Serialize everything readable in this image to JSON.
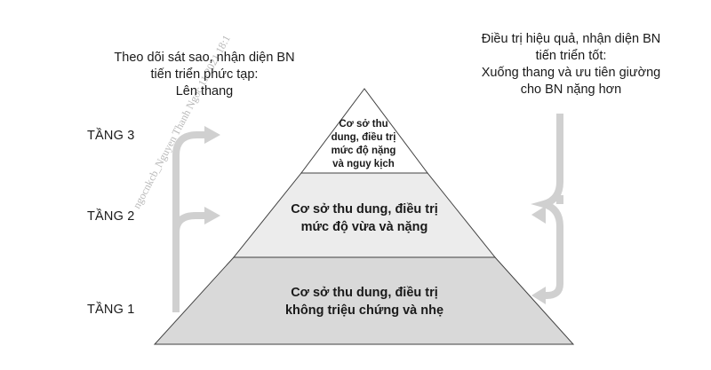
{
  "left_note": {
    "line1": "Theo dõi sát sao, nhận diện BN",
    "line2": "tiến triển phức tạp:",
    "line3": "Lên thang"
  },
  "right_note": {
    "line1": "Điều trị hiệu quả, nhận diện BN",
    "line2": "tiến triển tốt:",
    "line3": "Xuống thang và ưu tiên giường",
    "line4": "cho BN nặng hơn"
  },
  "tiers": {
    "tier3": "TẦNG 3",
    "tier2": "TẦNG 2",
    "tier1": "TẦNG 1"
  },
  "pyramid": {
    "level3": [
      "Cơ sở thu",
      "dung, điều trị",
      "mức độ nặng",
      "và nguy kịch"
    ],
    "level2": [
      "Cơ sở thu dung, điều trị",
      "mức độ vừa và nặng"
    ],
    "level1": [
      "Cơ sở thu dung, điều trị",
      "không triệu chứng và nhẹ"
    ],
    "colors": {
      "top": "#ffffff",
      "middle": "#ececec",
      "bottom": "#d9d9d9",
      "outline": "#404040",
      "arrow": "#d0d0d0"
    }
  },
  "watermark": "ngocnkcb_Nguyen Thanh Ngoc 11/2021 18:1"
}
